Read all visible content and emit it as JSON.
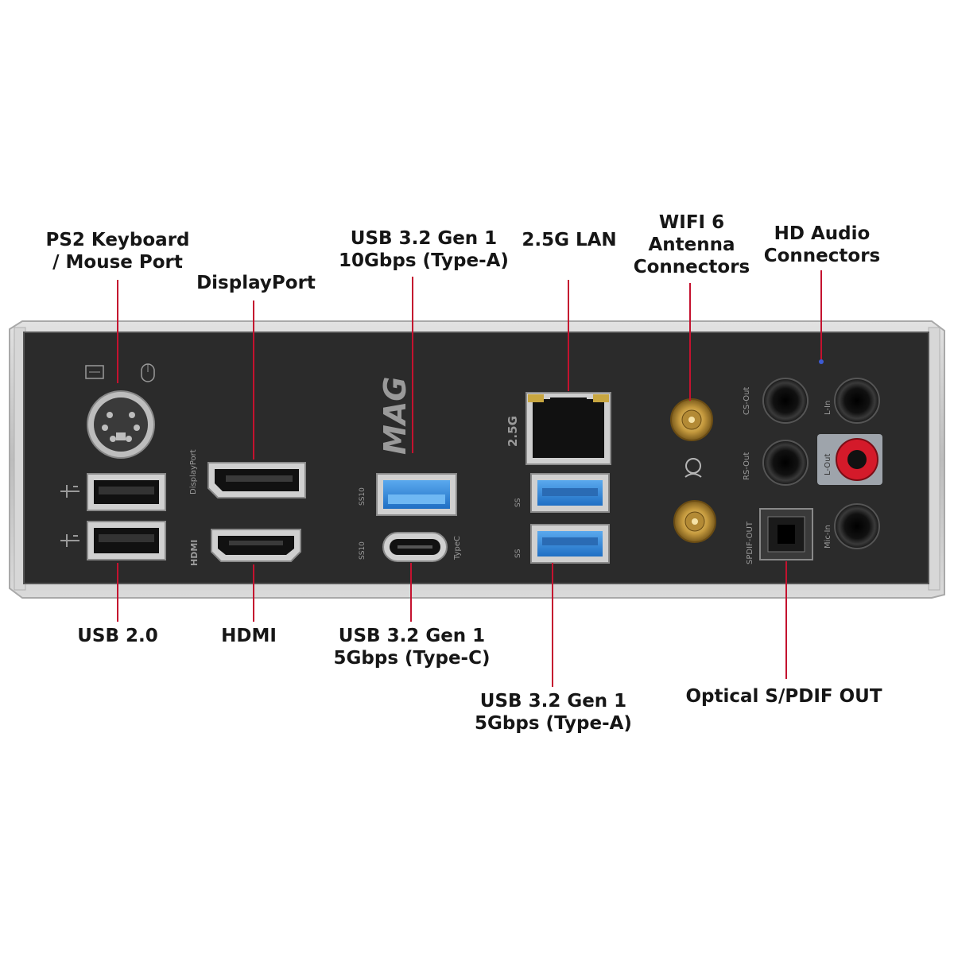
{
  "labels": {
    "ps2": [
      "PS2 Keyboard",
      "/ Mouse Port"
    ],
    "displayport": [
      "DisplayPort"
    ],
    "usb10g": [
      "USB 3.2 Gen 1",
      "10Gbps (Type-A)"
    ],
    "lan": [
      "2.5G LAN"
    ],
    "wifi": [
      "WIFI 6",
      "Antenna",
      "Connectors"
    ],
    "audio": [
      "HD Audio",
      "Connectors"
    ],
    "usb2": [
      "USB 2.0"
    ],
    "hdmi": [
      "HDMI"
    ],
    "usbc": [
      "USB 3.2 Gen 1",
      "5Gbps (Type-C)"
    ],
    "usb5g": [
      "USB 3.2 Gen 1",
      "5Gbps (Type-A)"
    ],
    "spdif": [
      "Optical S/PDIF OUT"
    ]
  },
  "panel_text": {
    "logo": "MAG",
    "lan_speed": "2.5G",
    "dp_vertical": "DisplayPort",
    "hdmi_vertical": "HDMI",
    "typec": "TypeC",
    "spdif_vertical": "SPDIF-OUT",
    "rs_out": "RS-Out",
    "cs_out": "CS-Out",
    "line_in": "L-In",
    "line_out": "L-Out",
    "mic_in": "Mic-In",
    "ss_1": "SS10",
    "ss_2": "SS",
    "ss_3": "SS10",
    "ss_4": "SS"
  },
  "colors": {
    "leader": "#c4122f",
    "panel": "#2b2b2b",
    "frame": "#c9c9c9",
    "usb3_blue": "#2c7fd4",
    "line_out_red": "#d41a2a",
    "gold": "#c59a3e"
  }
}
